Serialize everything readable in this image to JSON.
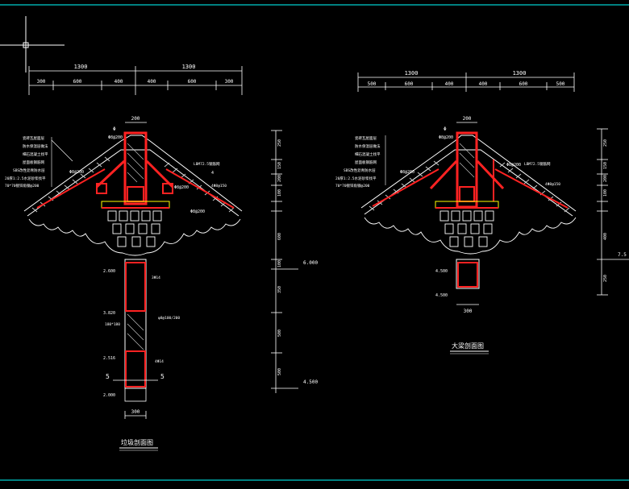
{
  "colors": {
    "background": "#000000",
    "frame": "#00ffff",
    "dimension": "#ffffff",
    "section_red": "#ff2222",
    "annotation": "#ffffff",
    "hatch": "#c8c8c8",
    "accent_yellow": "#ffff00",
    "accent_green": "#00ff00",
    "crosshair": "#ffffff"
  },
  "left": {
    "top_dims": [
      "1300",
      "1300"
    ],
    "sub_dims": [
      "300",
      "600",
      "400",
      "400",
      "600",
      "300"
    ],
    "ridge_width": "200",
    "ridge_label": "Φ",
    "ridge_sub": "Φ8@200",
    "leaders": [
      "瓷砖瓦屋面层",
      "防水保温层做法",
      "细石混凝土找平",
      "屋面板钢筋网",
      "SBS改性沥青防水层",
      "20厚1:2.5水泥砂浆找平",
      "70*70镀锌角钢@200"
    ],
    "right_notes": [
      "Φ8@200",
      "LBM72.5钢筋网",
      "4",
      "Φ8@200",
      "4Φ8@150",
      "Φ8@200"
    ],
    "rt_dims": [
      "250",
      "150",
      "200",
      "100",
      "600",
      "100",
      "350",
      "500",
      "500"
    ],
    "elev": [
      "6.000",
      "4.500"
    ],
    "column_notes": [
      "2.600",
      "3.820",
      "2.516",
      "2.000",
      "3Φ14",
      "φ8@100/200",
      "180*180",
      "4Φ14"
    ],
    "section_mark": "5",
    "bottom_dim": "300",
    "title": "垃圾剖面图"
  },
  "right": {
    "top_dims": [
      "1300",
      "1300"
    ],
    "sub_dims": [
      "500",
      "600",
      "400",
      "400",
      "600",
      "500"
    ],
    "ridge_width": "200",
    "ridge_label": "Φ",
    "ridge_sub": "Φ8@200",
    "leaders": [
      "瓷砖瓦屋面层",
      "防水保温层做法",
      "细石混凝土找平",
      "屋面板钢筋网",
      "SBS改性沥青防水层",
      "20厚1:2.5水泥砂浆找平",
      "70*70镀锌角钢@200"
    ],
    "right_notes": [
      "Φ8@200",
      "LBM72.5钢筋网",
      "4Φ8@150",
      "Φ8@200"
    ],
    "rt_dims": [
      "250",
      "150",
      "200",
      "100",
      "400",
      "250"
    ],
    "elev": [
      "7.5"
    ],
    "bottom_dim": "300",
    "bottom_notes": [
      "4.500",
      "4.500"
    ],
    "title": "大梁剖面图"
  }
}
